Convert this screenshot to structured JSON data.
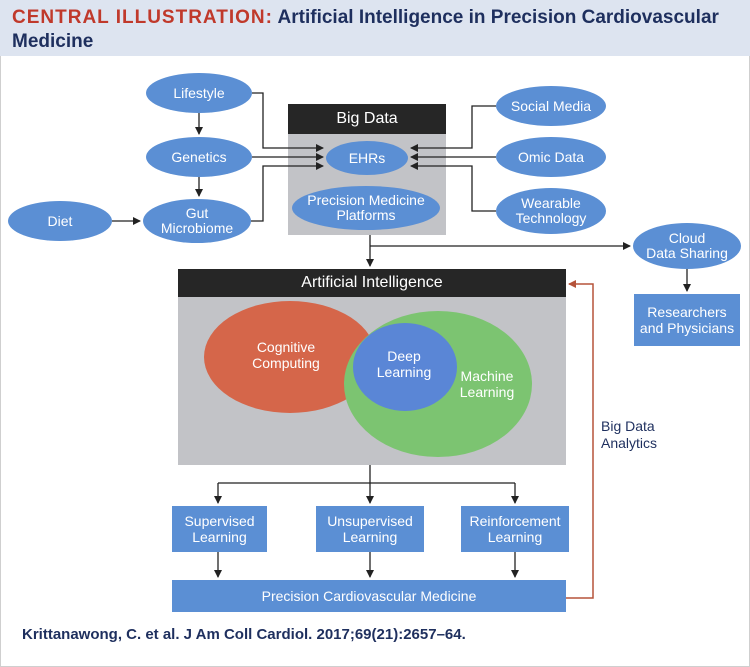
{
  "header": {
    "label": "CENTRAL ILLUSTRATION:",
    "title_part1": "Artificial Intelligence in Precision Cardiovascular",
    "title_part2": "Medicine"
  },
  "big_data": {
    "title": "Big Data",
    "ehrs": "EHRs",
    "platforms": "Precision Medicine\nPlatforms"
  },
  "inputs_left": {
    "lifestyle": "Lifestyle",
    "genetics": "Genetics",
    "gut_microbiome": "Gut\nMicrobiome",
    "diet": "Diet"
  },
  "inputs_right": {
    "social_media": "Social Media",
    "omic_data": "Omic Data",
    "wearable": "Wearable\nTechnology"
  },
  "cloud": {
    "sharing": "Cloud\nData Sharing",
    "researchers": "Researchers\nand Physicians"
  },
  "ai": {
    "title": "Artificial Intelligence",
    "cognitive": "Cognitive\nComputing",
    "deep": "Deep\nLearning",
    "machine": "Machine\nLearning"
  },
  "learning_types": {
    "supervised": "Supervised\nLearning",
    "unsupervised": "Unsupervised\nLearning",
    "reinforcement": "Reinforcement\nLearning"
  },
  "output": "Precision Cardiovascular Medicine",
  "analytics_label": "Big Data\nAnalytics",
  "citation": "Krittanawong, C. et al. J Am Coll Cardiol. 2017;69(21):2657–64.",
  "colors": {
    "node_blue": "#5b8fd4",
    "panel_grey": "#c2c3c7",
    "bar_dark": "#262626",
    "cognitive_red": "#d5664a",
    "machine_green": "#7cc471",
    "deep_blue": "#5a86d6",
    "feedback_red": "#b5533a",
    "title_red": "#c0392b",
    "title_navy": "#1e2f5e"
  }
}
